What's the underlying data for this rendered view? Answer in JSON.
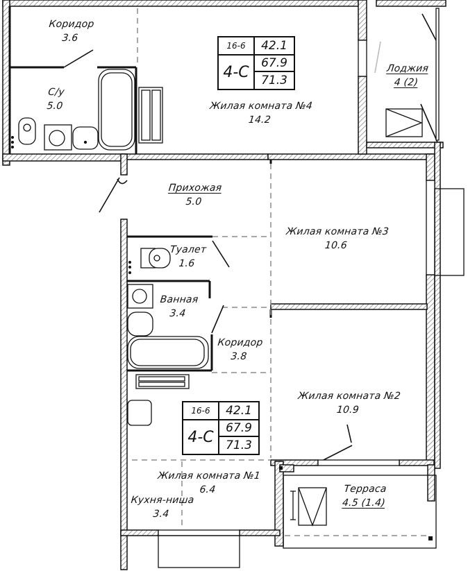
{
  "plan": {
    "title": "Apartment floor plan 4-C",
    "stamps": [
      {
        "id": "top",
        "code": "16-6",
        "type": "4-С",
        "values": [
          "42.1",
          "67.9",
          "71.3"
        ]
      },
      {
        "id": "bottom",
        "code": "16-6",
        "type": "4-С",
        "values": [
          "42.1",
          "67.9",
          "71.3"
        ]
      }
    ],
    "rooms": [
      {
        "id": "corridor-top",
        "name": "Коридор",
        "area": "3.6"
      },
      {
        "id": "bathroom-combined",
        "name": "С/у",
        "area": "5.0"
      },
      {
        "id": "living-room-4",
        "name": "Жилая комната №4",
        "area": "14.2"
      },
      {
        "id": "loggia",
        "name": "Лоджия",
        "area": "4 (2)"
      },
      {
        "id": "hallway",
        "name": "Прихожая",
        "area": "5.0"
      },
      {
        "id": "living-room-3",
        "name": "Жилая комната №3",
        "area": "10.6"
      },
      {
        "id": "toilet",
        "name": "Туалет",
        "area": "1.6"
      },
      {
        "id": "bathroom",
        "name": "Ванная",
        "area": "3.4"
      },
      {
        "id": "corridor-middle",
        "name": "Коридор",
        "area": "3.8"
      },
      {
        "id": "living-room-2",
        "name": "Жилая комната №2",
        "area": "10.9"
      },
      {
        "id": "living-room-1",
        "name": "Жилая комната №1",
        "area": "6.4"
      },
      {
        "id": "kitchen-niche",
        "name": "Кухня-ниша",
        "area": "3.4"
      },
      {
        "id": "terrace",
        "name": "Терраса",
        "area": "4.5 (1.4)"
      }
    ],
    "colors": {
      "wall_line": "#111111",
      "hatch": "#9a9a9a",
      "dashed": "#8c8c8c",
      "background": "#ffffff"
    }
  }
}
